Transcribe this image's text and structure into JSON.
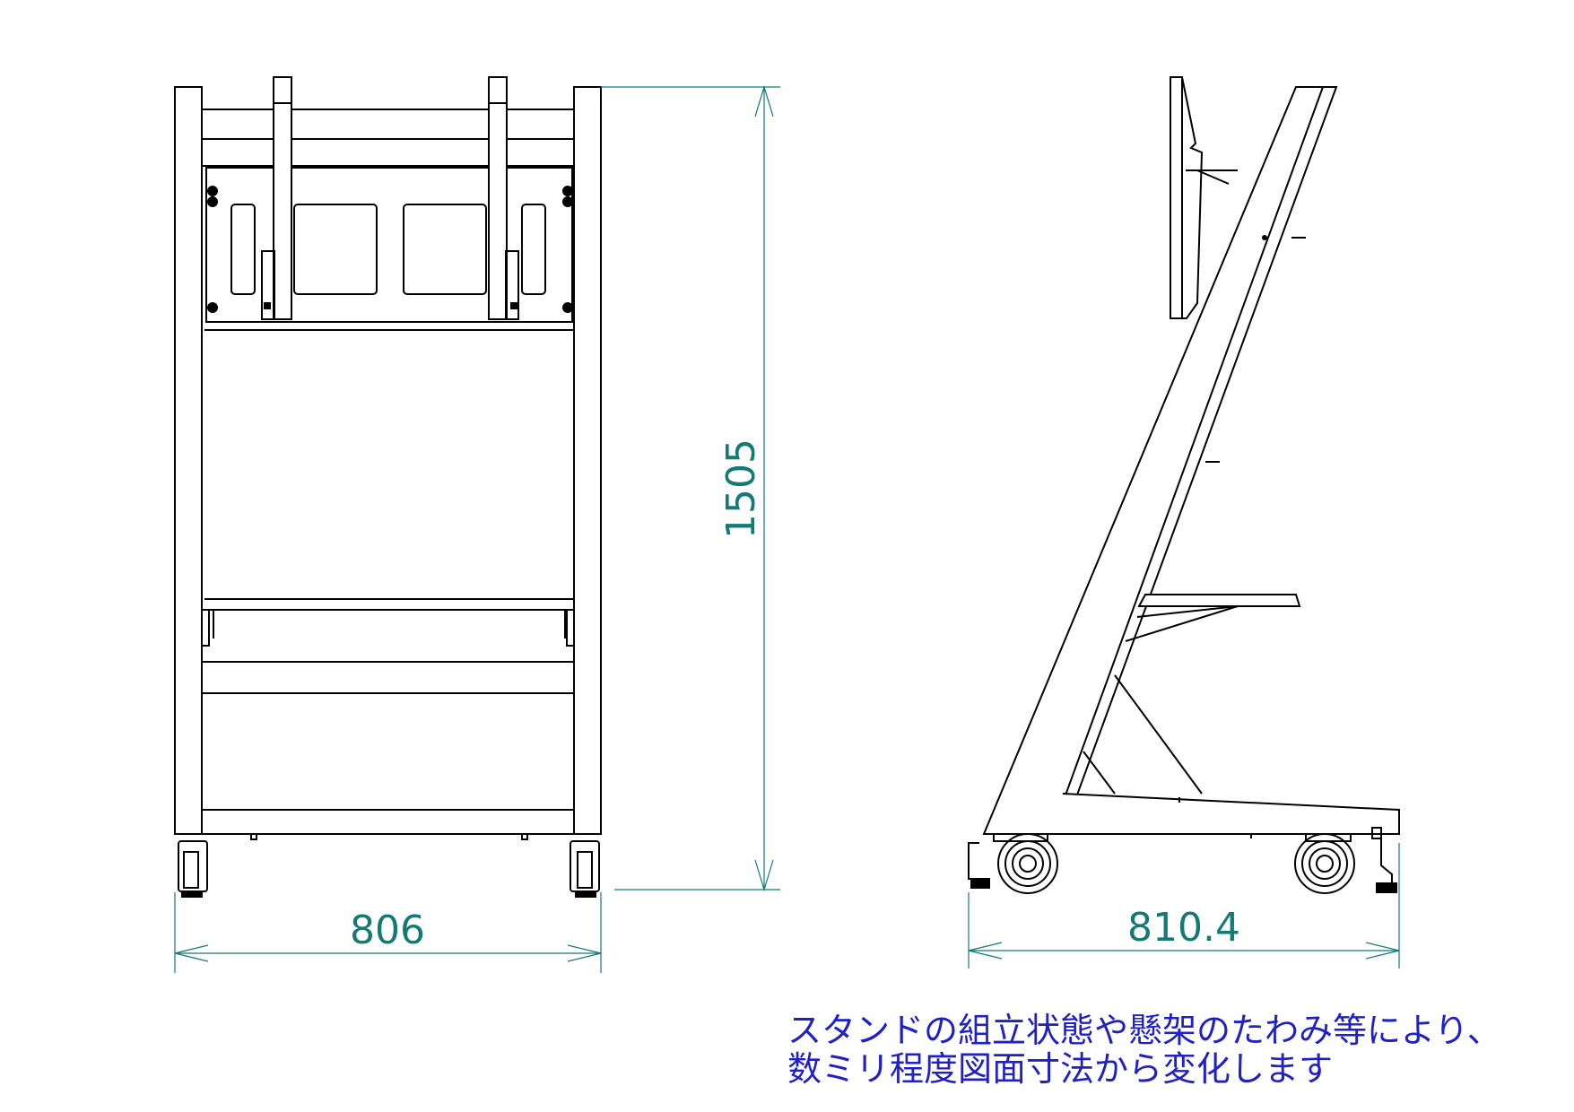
{
  "front_view": {
    "width_label": "806",
    "height_label": "1505"
  },
  "side_view": {
    "depth_label": "810.4"
  },
  "note": {
    "line1": "スタンドの組立状態や懸架のたわみ等により、",
    "line2": "数ミリ程度図面寸法から変化します"
  },
  "colors": {
    "dimension": "#137a74",
    "note": "#2020c8",
    "line": "#000000"
  }
}
